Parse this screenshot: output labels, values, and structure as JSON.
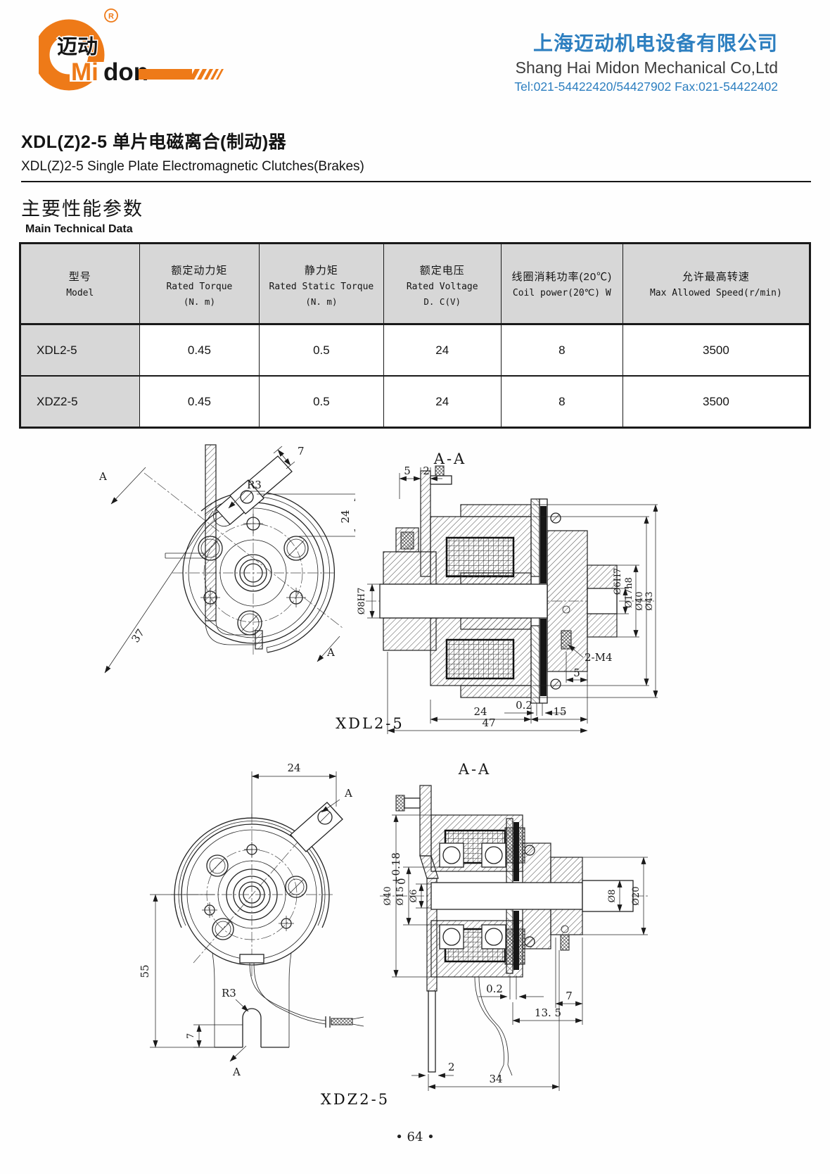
{
  "header": {
    "brand": {
      "cn": "迈动",
      "mi": "Mi",
      "don": "don",
      "reg": "®"
    },
    "company_cn": "上海迈动机电设备有限公司",
    "company_en": "Shang Hai Midon Mechanical Co,Ltd",
    "contact": "Tel:021-54422420/54427902 Fax:021-54422402"
  },
  "title": {
    "cn": "XDL(Z)2-5 单片电磁离合(制动)器",
    "en": "XDL(Z)2-5    Single Plate Electromagnetic Clutches(Brakes)"
  },
  "section_heading": {
    "cn": "主要性能参数",
    "en": "Main Technical Data"
  },
  "table": {
    "headers": {
      "model": {
        "cn": "型号",
        "en": "Model"
      },
      "torque": {
        "cn": "额定动力矩",
        "en": "Rated Torque",
        "unit": "(N. m)"
      },
      "static_torque": {
        "cn": "静力矩",
        "en": "Rated Static Torque",
        "unit": "(N. m)"
      },
      "voltage": {
        "cn": "额定电压",
        "en": "Rated Voltage",
        "unit": "D. C(V)"
      },
      "coil_power": {
        "cn": "线圈消耗功率(20℃)",
        "en": "Coil  power(20℃) W"
      },
      "max_speed": {
        "cn": "允许最高转速",
        "en": "Max Allowed Speed(r/min)"
      }
    },
    "rows": [
      {
        "model": "XDL2-5",
        "torque": "0.45",
        "static_torque": "0.5",
        "voltage": "24",
        "coil_power": "8",
        "max_speed": "3500"
      },
      {
        "model": "XDZ2-5",
        "torque": "0.45",
        "static_torque": "0.5",
        "voltage": "24",
        "coil_power": "8",
        "max_speed": "3500"
      }
    ]
  },
  "drawing_xdl": {
    "caption": "XDL2-5",
    "front": {
      "a_top": "A",
      "a_bottom": "A",
      "dim_7": "7",
      "dim_r3": "R3",
      "dim_37": "37",
      "dim_24": "24"
    },
    "section": {
      "title": "A-A",
      "dim_5": "5",
      "dim_2": "2",
      "dim_d8": "Ø8H7",
      "dim_d6": "Ø6H7",
      "dim_d17": "Ø17h8",
      "dim_d40": "Ø40",
      "dim_d43": "Ø43",
      "dim_m4": "2-M4",
      "dim_5b": "5",
      "dim_02": "0.2",
      "dim_24": "24",
      "dim_15": "15",
      "dim_47": "47"
    }
  },
  "drawing_xdz": {
    "caption": "XDZ2-5",
    "front": {
      "dim_24": "24",
      "a_top": "A",
      "a_bottom": "A",
      "dim_55": "55",
      "dim_r3": "R3",
      "dim_7": "7"
    },
    "section": {
      "title": "A-A",
      "dim_d40": "Ø40",
      "dim_d15": "Ø15",
      "dim_d15_sup": "+0.18",
      "dim_d15_sub": "0",
      "dim_d6": "Ø6",
      "dim_d8": "Ø8",
      "dim_d20": "Ø20",
      "dim_02": "0.2",
      "dim_7": "7",
      "dim_135": "13. 5",
      "dim_2": "2",
      "dim_34": "34"
    }
  },
  "footer": {
    "page": "• 64 •"
  },
  "colors": {
    "accent_orange": "#ee7a18",
    "brand_blue": "#2d7fc0",
    "table_gray": "#d7d7d7"
  }
}
